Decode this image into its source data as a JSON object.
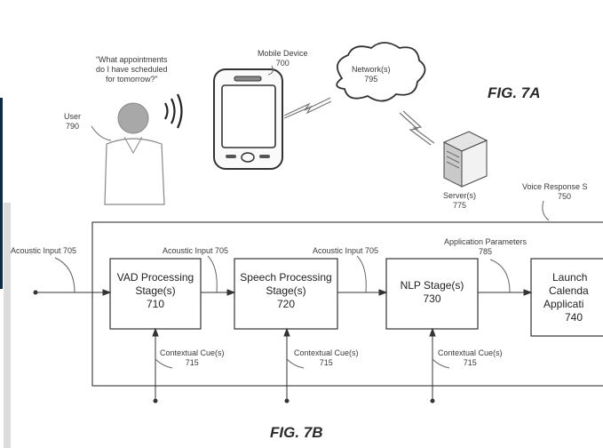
{
  "fig_a": {
    "title": "FIG. 7A",
    "user": {
      "name": "User",
      "ref": "790"
    },
    "speech": {
      "line1": "“What appointments",
      "line2": "do I have scheduled",
      "line3": "for tomorrow?”"
    },
    "mobile": {
      "name": "Mobile Device",
      "ref": "700"
    },
    "network": {
      "name": "Network(s)",
      "ref": "795"
    },
    "server": {
      "name": "Server(s)",
      "ref": "775"
    }
  },
  "fig_b": {
    "title": "FIG. 7B",
    "system": {
      "name": "Voice Response S",
      "ref": "750"
    },
    "inputs": [
      {
        "label": "Acoustic Input 705"
      },
      {
        "label": "Acoustic Input 705"
      },
      {
        "label": "Acoustic Input 705"
      }
    ],
    "app_params": {
      "label": "Application Parameters",
      "ref": "785"
    },
    "stages": [
      {
        "line1": "VAD Processing",
        "line2": "Stage(s)",
        "ref": "710"
      },
      {
        "line1": "Speech Processing",
        "line2": "Stage(s)",
        "ref": "720"
      },
      {
        "line1": "NLP Stage(s)",
        "line2": "",
        "ref": "730"
      },
      {
        "line1": "Launch",
        "line2": "Calenda",
        "line3": "Applicati",
        "ref": "740"
      }
    ],
    "cues": [
      {
        "label": "Contextual Cue(s)",
        "ref": "715"
      },
      {
        "label": "Contextual Cue(s)",
        "ref": "715"
      },
      {
        "label": "Contextual Cue(s)",
        "ref": "715"
      }
    ]
  }
}
